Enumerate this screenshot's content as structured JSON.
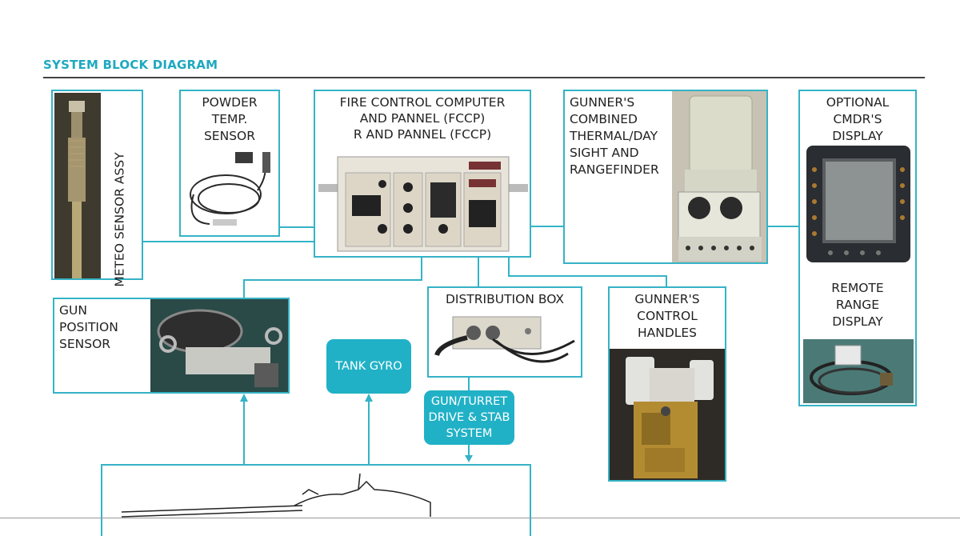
{
  "heading": "SYSTEM BLOCK DIAGRAM",
  "blocks": {
    "meteo": "METEO SENSOR ASSY",
    "powder": "POWDER\nTEMP.\nSENSOR",
    "fccp": "FIRE CONTROL COMPUTER\nAND PANNEL (FCCP)\nR AND PANNEL (FCCP)",
    "gunner_sight": "GUNNER'S\nCOMBINED\nTHERMAL/DAY\nSIGHT AND\nRANGEFINDER",
    "cmdr_display": "OPTIONAL\nCMDR'S\nDISPLAY",
    "remote_range": "REMOTE\nRANGE\nDISPLAY",
    "gun_position": "GUN\nPOSITION\nSENSOR",
    "distribution": "DISTRIBUTION BOX",
    "control_handles": "GUNNER'S\nCONTROL\nHANDLES",
    "tank_gyro": "TANK GYRO",
    "gun_turret": "GUN/TURRET\nDRIVE & STAB\nSYSTEM"
  },
  "colors": {
    "accent": "#35b3c6",
    "heading": "#1ea9bf",
    "teal_fill": "#21b1c6"
  }
}
